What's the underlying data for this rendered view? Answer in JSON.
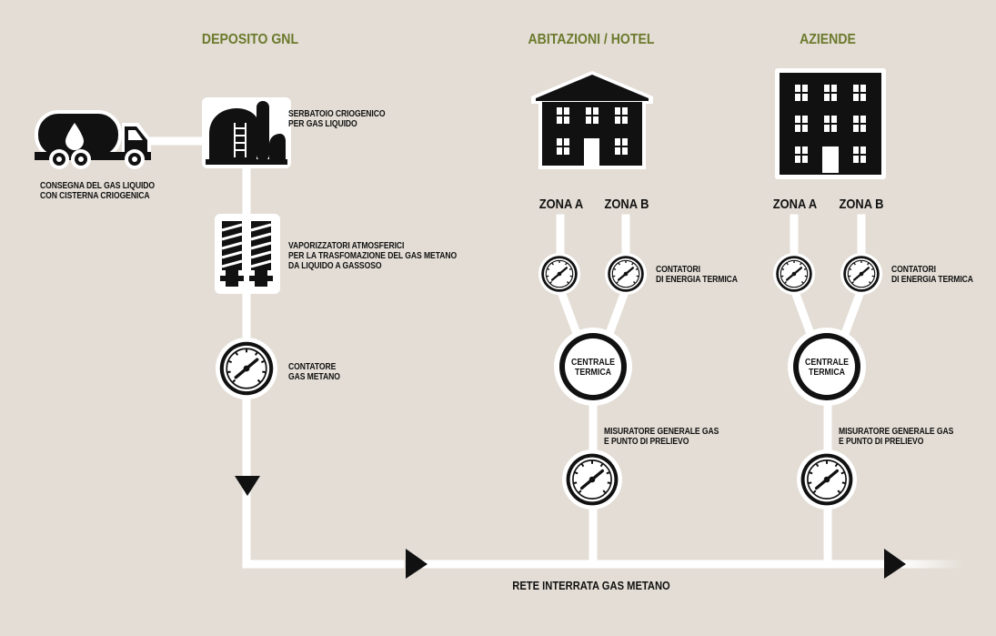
{
  "sections": {
    "deposito": "DEPOSITO GNL",
    "abitazioni": "ABITAZIONI / HOTEL",
    "aziende": "AZIENDE"
  },
  "labels": {
    "delivery": [
      "CONSEGNA DEL GAS LIQUIDO",
      "CON CISTERNA CRIOGENICA"
    ],
    "tank": [
      "SERBATOIO CRIOGENICO",
      "PER GAS LIQUIDO"
    ],
    "vaporizers": [
      "VAPORIZZATORI ATMOSFERICI",
      "PER LA TRASFOMAZIONE DEL GAS METANO",
      "DA LIQUIDO A GASSOSO"
    ],
    "meter_main": [
      "CONTATORE",
      "GAS METANO"
    ],
    "energy_meters_1": [
      "CONTATORI",
      "DI ENERGIA TERMICA"
    ],
    "energy_meters_2": [
      "CONTATORI",
      "DI ENERGIA TERMICA"
    ],
    "central_1": [
      "CENTRALE",
      "TERMICA"
    ],
    "central_2": [
      "CENTRALE",
      "TERMICA"
    ],
    "general_meter_1": [
      "MISURATORE GENERALE GAS",
      "E PUNTO DI PRELIEVO"
    ],
    "general_meter_2": [
      "MISURATORE GENERALE GAS",
      "E PUNTO DI PRELIEVO"
    ],
    "network": "RETE INTERRATA GAS METANO"
  },
  "zones": {
    "abitazioni": [
      "ZONA A",
      "ZONA B"
    ],
    "aziende": [
      "ZONA A",
      "ZONA B"
    ]
  },
  "icons": {
    "truck": "cryogenic-truck-icon",
    "tank": "cryogenic-tank-icon",
    "vaporizer": "vaporizer-icon",
    "gauge": "gauge-icon",
    "house": "house-building-icon",
    "office": "office-building-icon"
  },
  "colors": {
    "background": "#e3ddd5",
    "section_title": "#6b7a2c",
    "ink": "#111111",
    "pipe": "#ffffff"
  }
}
